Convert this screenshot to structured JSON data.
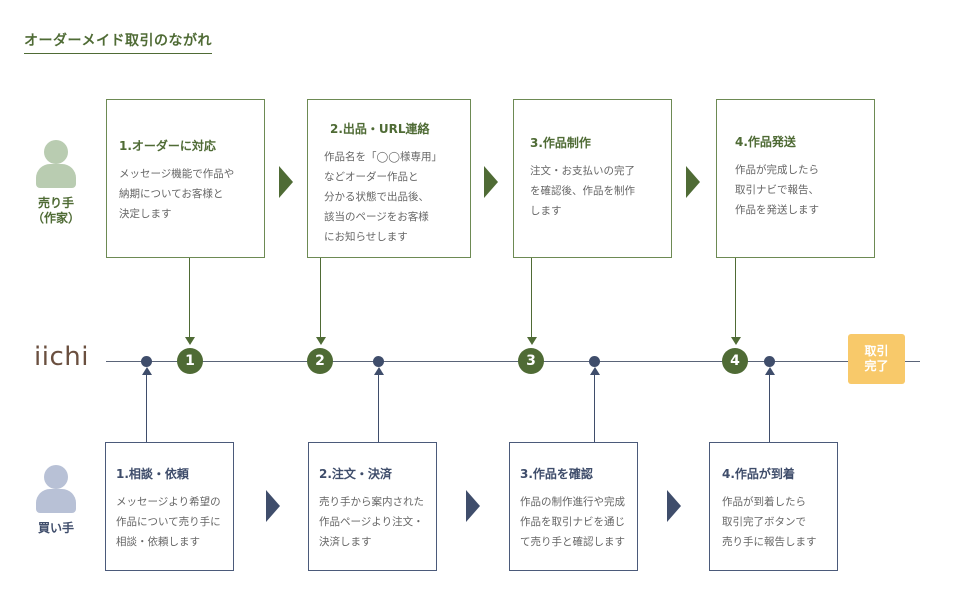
{
  "title": "オーダーメイド取引のながれ",
  "seller_label": "売り手\n（作家）",
  "buyer_label": "買い手",
  "logo": "iichi",
  "complete_label": "取引\n完了",
  "step_numbers": [
    "1",
    "2",
    "3",
    "4"
  ],
  "seller_steps": [
    {
      "title": "1.オーダーに対応",
      "body": "メッセージ機能で作品や\n納期についてお客様と\n決定します"
    },
    {
      "title": "2.出品・URL連絡",
      "body": "作品名を「◯◯様専用」\nなどオーダー作品と\n分かる状態で出品後、\n該当のページをお客様\nにお知らせします"
    },
    {
      "title": "3.作品制作",
      "body": "注文・お支払いの完了\nを確認後、作品を制作\nします"
    },
    {
      "title": "4.作品発送",
      "body": "作品が完成したら\n取引ナビで報告、\n作品を発送します"
    }
  ],
  "buyer_steps": [
    {
      "title": "1.相談・依頼",
      "body": "メッセージより希望の\n作品について売り手に\n相談・依頼します"
    },
    {
      "title": "2.注文・決済",
      "body": "売り手から案内された\n作品ページより注文・\n決済します"
    },
    {
      "title": "3.作品を確認",
      "body": "作品の制作進行や完成\n作品を取引ナビを通じ\nて売り手と確認します"
    },
    {
      "title": "4.作品が到着",
      "body": "作品が到着したら\n取引完了ボタンで\n売り手に報告します"
    }
  ],
  "colors": {
    "seller": "#4f6b35",
    "buyer": "#3f4d6b",
    "complete": "#f8c96a",
    "logo": "#6a4f3f"
  }
}
